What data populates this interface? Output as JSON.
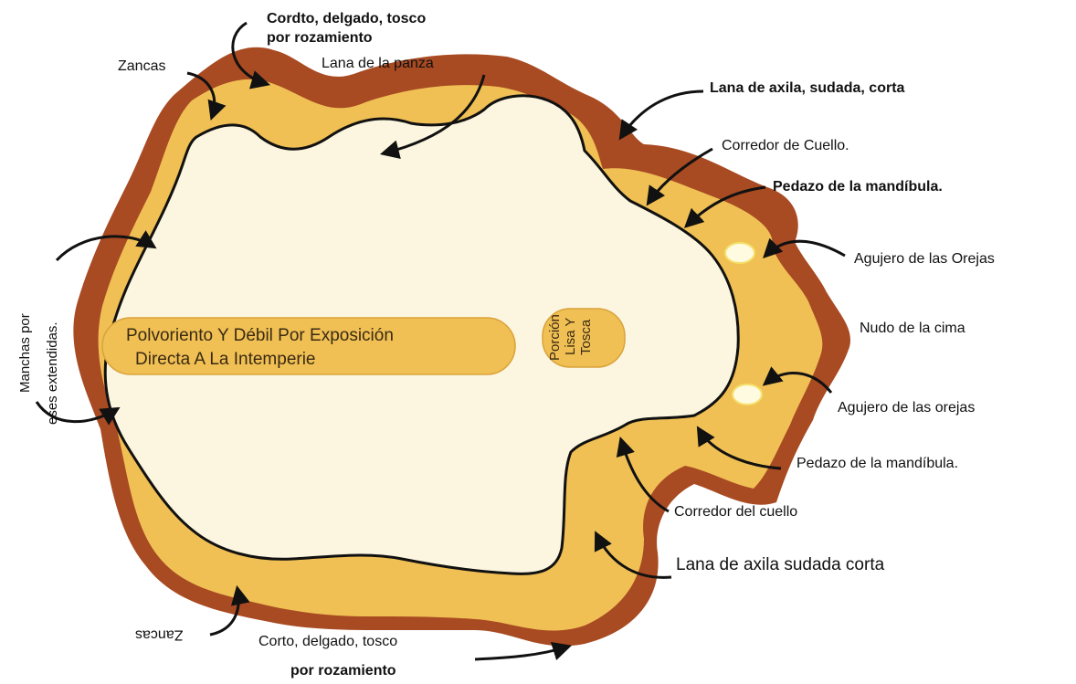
{
  "labels": {
    "cordto_top": "Cordto, delgado, tosco",
    "cordto_top_2": "por rozamiento",
    "zancas_top": "Zancas",
    "lana_panza": "Lana de la panza",
    "lana_axila_top": "Lana de axila, sudada, corta",
    "corredor_cuello_top": "Corredor de Cuello.",
    "pedazo_mandibula_top": "Pedazo de la mandíbula.",
    "agujero_orejas_top": "Agujero de las Orejas",
    "nudo_cima": "Nudo de la cima",
    "agujero_orejas_bottom": "Agujero de las orejas",
    "pedazo_mandibula_bottom": "Pedazo de la mandíbula.",
    "corredor_cuello_bottom": "Corredor del cuello",
    "lana_axila_bottom": "Lana de axila sudada corta",
    "manchas": "Manchas por",
    "manchas_2": "eses extendidas.",
    "zancas_bottom": "Zancas",
    "corto_bottom": "Corto, delgado, tosco",
    "corto_bottom_2": "por rozamiento"
  },
  "center": {
    "polvoriento_1": "Polvoriento Y Débil Por Exposición",
    "polvoriento_2": "Directa A La Intemperie",
    "porcion_1": "Porción",
    "porcion_2": "Lisa Y",
    "porcion_3": "Tosca"
  },
  "colors": {
    "outer": "#a84a22",
    "middle": "#f0c055",
    "inner": "#fcf6e0",
    "ellipse": "#f0c055",
    "ear": "#fffbe0"
  }
}
